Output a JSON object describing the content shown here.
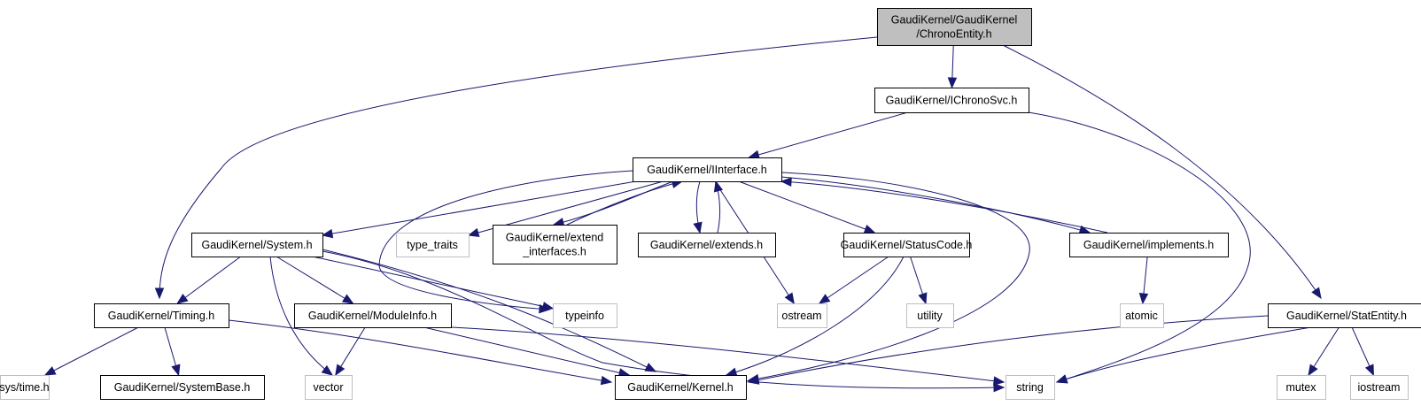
{
  "title": "Include dependency graph for GaudiKernel/ChronoEntity.h",
  "colors": {
    "edge": "#191970",
    "root_fill": "#bfbfbf",
    "doc_border": "#000000",
    "external_border": "#bfbfbf",
    "text": "#000000"
  },
  "nodes": [
    {
      "id": "chronoentity",
      "lines": [
        "GaudiKernel/GaudiKernel",
        "/ChronoEntity.h"
      ],
      "kind": "root"
    },
    {
      "id": "ichronosvc",
      "lines": [
        "GaudiKernel/IChronoSvc.h"
      ],
      "kind": "documented"
    },
    {
      "id": "iinterface",
      "lines": [
        "GaudiKernel/IInterface.h"
      ],
      "kind": "documented"
    },
    {
      "id": "system",
      "lines": [
        "GaudiKernel/System.h"
      ],
      "kind": "documented"
    },
    {
      "id": "type_traits",
      "lines": [
        "type_traits"
      ],
      "kind": "external"
    },
    {
      "id": "extend_interfaces",
      "lines": [
        "GaudiKernel/extend",
        "_interfaces.h"
      ],
      "kind": "documented"
    },
    {
      "id": "extends",
      "lines": [
        "GaudiKernel/extends.h"
      ],
      "kind": "documented"
    },
    {
      "id": "statuscode",
      "lines": [
        "GaudiKernel/StatusCode.h"
      ],
      "kind": "documented"
    },
    {
      "id": "implements",
      "lines": [
        "GaudiKernel/implements.h"
      ],
      "kind": "documented"
    },
    {
      "id": "timing",
      "lines": [
        "GaudiKernel/Timing.h"
      ],
      "kind": "documented"
    },
    {
      "id": "moduleinfo",
      "lines": [
        "GaudiKernel/ModuleInfo.h"
      ],
      "kind": "documented"
    },
    {
      "id": "typeinfo",
      "lines": [
        "typeinfo"
      ],
      "kind": "external"
    },
    {
      "id": "ostream",
      "lines": [
        "ostream"
      ],
      "kind": "external"
    },
    {
      "id": "utility",
      "lines": [
        "utility"
      ],
      "kind": "external"
    },
    {
      "id": "atomic",
      "lines": [
        "atomic"
      ],
      "kind": "external"
    },
    {
      "id": "statentity",
      "lines": [
        "GaudiKernel/StatEntity.h"
      ],
      "kind": "documented"
    },
    {
      "id": "systime",
      "lines": [
        "sys/time.h"
      ],
      "kind": "external"
    },
    {
      "id": "systembase",
      "lines": [
        "GaudiKernel/SystemBase.h"
      ],
      "kind": "documented"
    },
    {
      "id": "vector",
      "lines": [
        "vector"
      ],
      "kind": "external"
    },
    {
      "id": "kernel",
      "lines": [
        "GaudiKernel/Kernel.h"
      ],
      "kind": "documented"
    },
    {
      "id": "string",
      "lines": [
        "string"
      ],
      "kind": "external"
    },
    {
      "id": "mutex",
      "lines": [
        "mutex"
      ],
      "kind": "external"
    },
    {
      "id": "iostream",
      "lines": [
        "iostream"
      ],
      "kind": "external"
    }
  ],
  "edges": [
    {
      "from": "chronoentity",
      "to": "ichronosvc"
    },
    {
      "from": "chronoentity",
      "to": "timing"
    },
    {
      "from": "chronoentity",
      "to": "statentity"
    },
    {
      "from": "ichronosvc",
      "to": "iinterface"
    },
    {
      "from": "ichronosvc",
      "to": "string"
    },
    {
      "from": "iinterface",
      "to": "system"
    },
    {
      "from": "iinterface",
      "to": "type_traits"
    },
    {
      "from": "iinterface",
      "to": "extend_interfaces"
    },
    {
      "from": "iinterface",
      "to": "extends"
    },
    {
      "from": "iinterface",
      "to": "statuscode"
    },
    {
      "from": "iinterface",
      "to": "implements"
    },
    {
      "from": "iinterface",
      "to": "typeinfo"
    },
    {
      "from": "iinterface",
      "to": "ostream"
    },
    {
      "from": "iinterface",
      "to": "kernel"
    },
    {
      "from": "extend_interfaces",
      "to": "iinterface"
    },
    {
      "from": "extends",
      "to": "iinterface"
    },
    {
      "from": "implements",
      "to": "iinterface"
    },
    {
      "from": "implements",
      "to": "atomic"
    },
    {
      "from": "system",
      "to": "timing"
    },
    {
      "from": "system",
      "to": "moduleinfo"
    },
    {
      "from": "system",
      "to": "vector"
    },
    {
      "from": "system",
      "to": "typeinfo"
    },
    {
      "from": "system",
      "to": "kernel"
    },
    {
      "from": "system",
      "to": "string"
    },
    {
      "from": "statuscode",
      "to": "ostream"
    },
    {
      "from": "statuscode",
      "to": "utility"
    },
    {
      "from": "statuscode",
      "to": "kernel"
    },
    {
      "from": "timing",
      "to": "systime"
    },
    {
      "from": "timing",
      "to": "systembase"
    },
    {
      "from": "timing",
      "to": "kernel"
    },
    {
      "from": "moduleinfo",
      "to": "vector"
    },
    {
      "from": "moduleinfo",
      "to": "kernel"
    },
    {
      "from": "moduleinfo",
      "to": "string"
    },
    {
      "from": "statentity",
      "to": "kernel"
    },
    {
      "from": "statentity",
      "to": "string"
    },
    {
      "from": "statentity",
      "to": "mutex"
    },
    {
      "from": "statentity",
      "to": "iostream"
    }
  ]
}
